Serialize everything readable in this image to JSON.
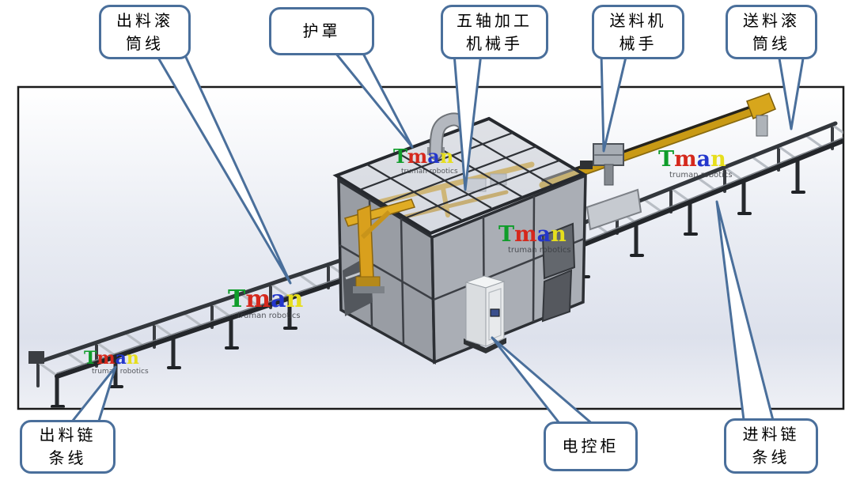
{
  "figure": {
    "type": "machine-line-annotated-diagram",
    "frame_border_color": "#1a1a1a",
    "callout_accent_color": "#4a6f9b"
  },
  "callouts": {
    "outfeed_roller_line": {
      "lines": [
        "出料滚",
        "筒线"
      ]
    },
    "cover": {
      "lines": [
        "护罩"
      ]
    },
    "five_axis_manipulator": {
      "lines": [
        "五轴加工",
        "机械手"
      ]
    },
    "feeding_manipulator": {
      "lines": [
        "送料机",
        "械手"
      ]
    },
    "feeding_roller_line": {
      "lines": [
        "送料滚",
        "筒线"
      ]
    },
    "outfeed_chain_line": {
      "lines": [
        "出料链",
        "条线"
      ]
    },
    "electric_control_cabinet": {
      "lines": [
        "电控柜"
      ]
    },
    "infeed_chain_line": {
      "lines": [
        "进料链",
        "条线"
      ]
    }
  },
  "watermark": {
    "word": "Tman",
    "letters": [
      {
        "char": "T",
        "color": "#0f9d2a"
      },
      {
        "char": "m",
        "color": "#d5281c"
      },
      {
        "char": "a",
        "color": "#2336cc"
      },
      {
        "char": "n",
        "color": "#e6de1d"
      }
    ],
    "subtitle": "truman robotics"
  },
  "machine_colors": {
    "robot_yellow": "#d9a01d",
    "gantry_rail_yellow": "#c99a15",
    "enclosure_gray": "#a2a6ad",
    "conveyor_dark": "#2b2e32",
    "cabinet_screen_blue": "#3a4f8c"
  }
}
